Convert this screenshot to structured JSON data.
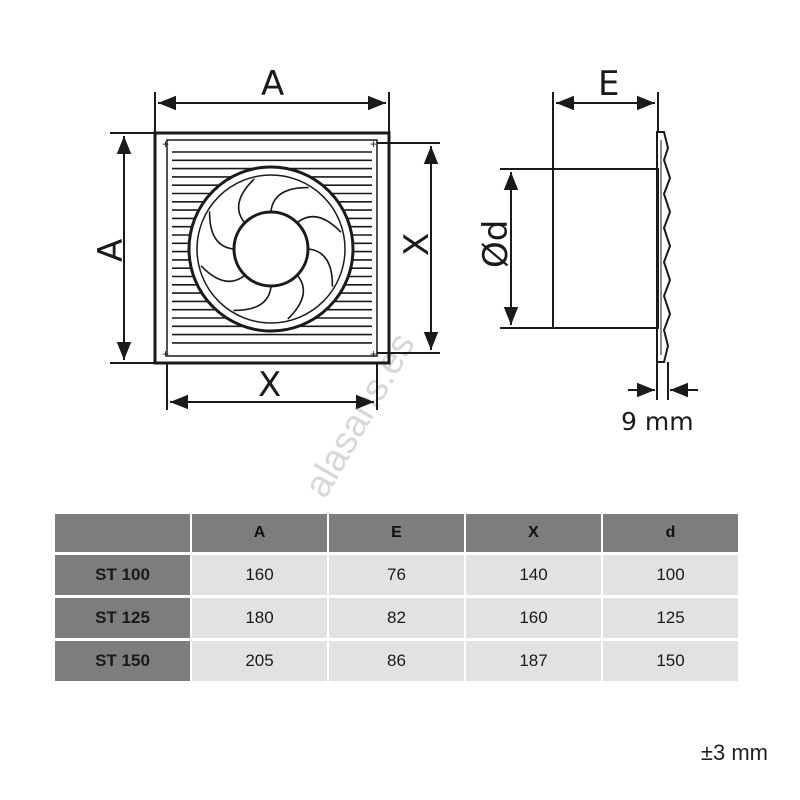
{
  "diagram": {
    "labels": {
      "top_width": "A",
      "left_height": "A",
      "right_height": "X",
      "bottom_width": "X",
      "depth": "E",
      "diameter": "Ød",
      "thickness": "9 mm"
    },
    "watermark": "alasans.es"
  },
  "table": {
    "headers": [
      "",
      "A",
      "E",
      "X",
      "d"
    ],
    "rows": [
      {
        "model": "ST 100",
        "A": "160",
        "E": "76",
        "X": "140",
        "d": "100"
      },
      {
        "model": "ST 125",
        "A": "180",
        "E": "82",
        "X": "160",
        "d": "125"
      },
      {
        "model": "ST 150",
        "A": "205",
        "E": "86",
        "X": "187",
        "d": "150"
      }
    ]
  },
  "tolerance": "±3 mm"
}
